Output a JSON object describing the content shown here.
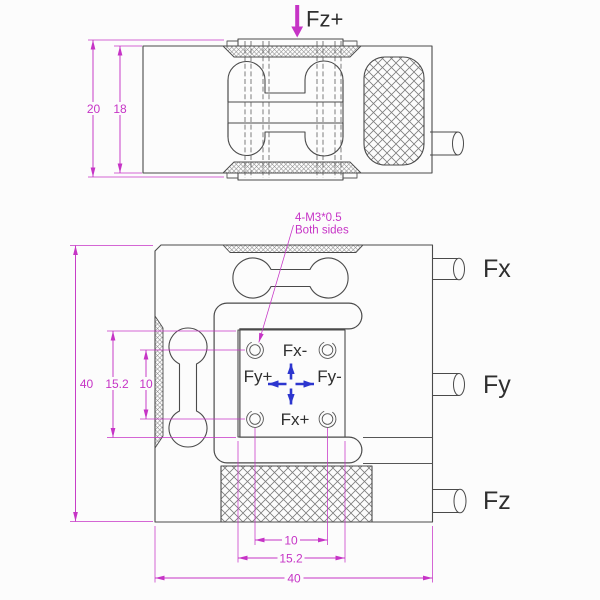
{
  "colors": {
    "dimension_magenta": "#c634c6",
    "axis_cross_blue": "#2d36cf",
    "drawing_line_gray": "#4a4a4a",
    "label_black": "#2f2f2f",
    "background": "#fcfcfc"
  },
  "top_view": {
    "force_label": "Fz+",
    "dim_outer_height": "20",
    "dim_inner_height": "18"
  },
  "front_view": {
    "callout_line1": "4-M3*0.5",
    "callout_line2": "Both sides",
    "plate_labels": {
      "top": "Fx-",
      "left": "Fy+",
      "right": "Fy-",
      "bottom": "Fx+"
    },
    "cable_labels": {
      "fx": "Fx",
      "fy": "Fy",
      "fz": "Fz"
    },
    "left_dims": {
      "overall": "40",
      "plate": "15.2",
      "holes": "10"
    },
    "bottom_dims": {
      "holes": "10",
      "plate": "15.2",
      "overall": "40"
    }
  }
}
